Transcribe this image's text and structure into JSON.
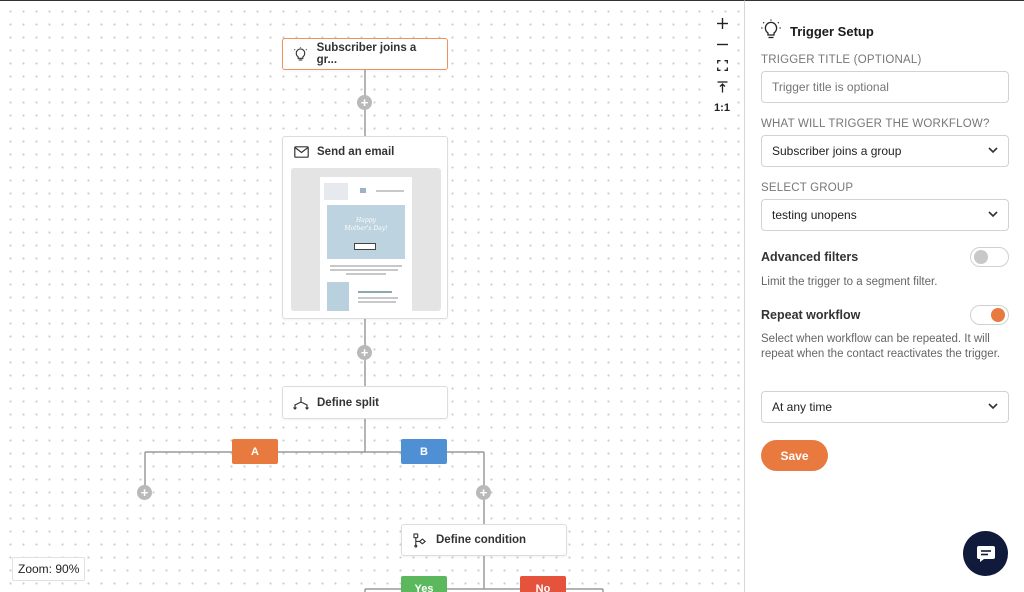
{
  "colors": {
    "accent": "#e8793f",
    "branch_a": "#e8793f",
    "branch_b": "#4f8fd3",
    "yes": "#5cb85c",
    "no": "#e5533d",
    "chat": "#101a3b",
    "wire": "#9a9a9a"
  },
  "canvas": {
    "trigger_node": {
      "label": "Subscriber joins a gr...",
      "icon": "lightbulb-icon"
    },
    "email_node": {
      "label": "Send an email",
      "icon": "envelope-icon",
      "preview": {
        "hero_line1": "Happy",
        "hero_line2": "Mother's Day!"
      }
    },
    "split_node": {
      "label": "Define split",
      "icon": "split-icon"
    },
    "branch_a": "A",
    "branch_b": "B",
    "condition_node": {
      "label": "Define condition",
      "icon": "condition-icon"
    },
    "yes_label": "Yes",
    "no_label": "No",
    "add_symbol": "+",
    "zoom_tools": [
      "+",
      "−",
      "fit-screen-icon",
      "align-icon",
      "1:1"
    ],
    "zoom_text": "Zoom: 90%"
  },
  "panel": {
    "title": "Trigger Setup",
    "title_icon": "lightbulb-icon",
    "trigger_title_label": "TRIGGER TITLE (OPTIONAL)",
    "trigger_title_placeholder": "Trigger title is optional",
    "trigger_label": "WHAT WILL TRIGGER THE WORKFLOW?",
    "trigger_value": "Subscriber joins a group",
    "group_label": "SELECT GROUP",
    "group_value": "testing unopens",
    "advanced_filters_title": "Advanced filters",
    "advanced_filters_enabled": false,
    "advanced_filters_desc": "Limit the trigger to a segment filter.",
    "repeat_title": "Repeat workflow",
    "repeat_enabled": true,
    "repeat_desc": "Select when workflow can be repeated. It will repeat when the contact reactivates the trigger.",
    "repeat_value": "At any time",
    "save_label": "Save"
  }
}
